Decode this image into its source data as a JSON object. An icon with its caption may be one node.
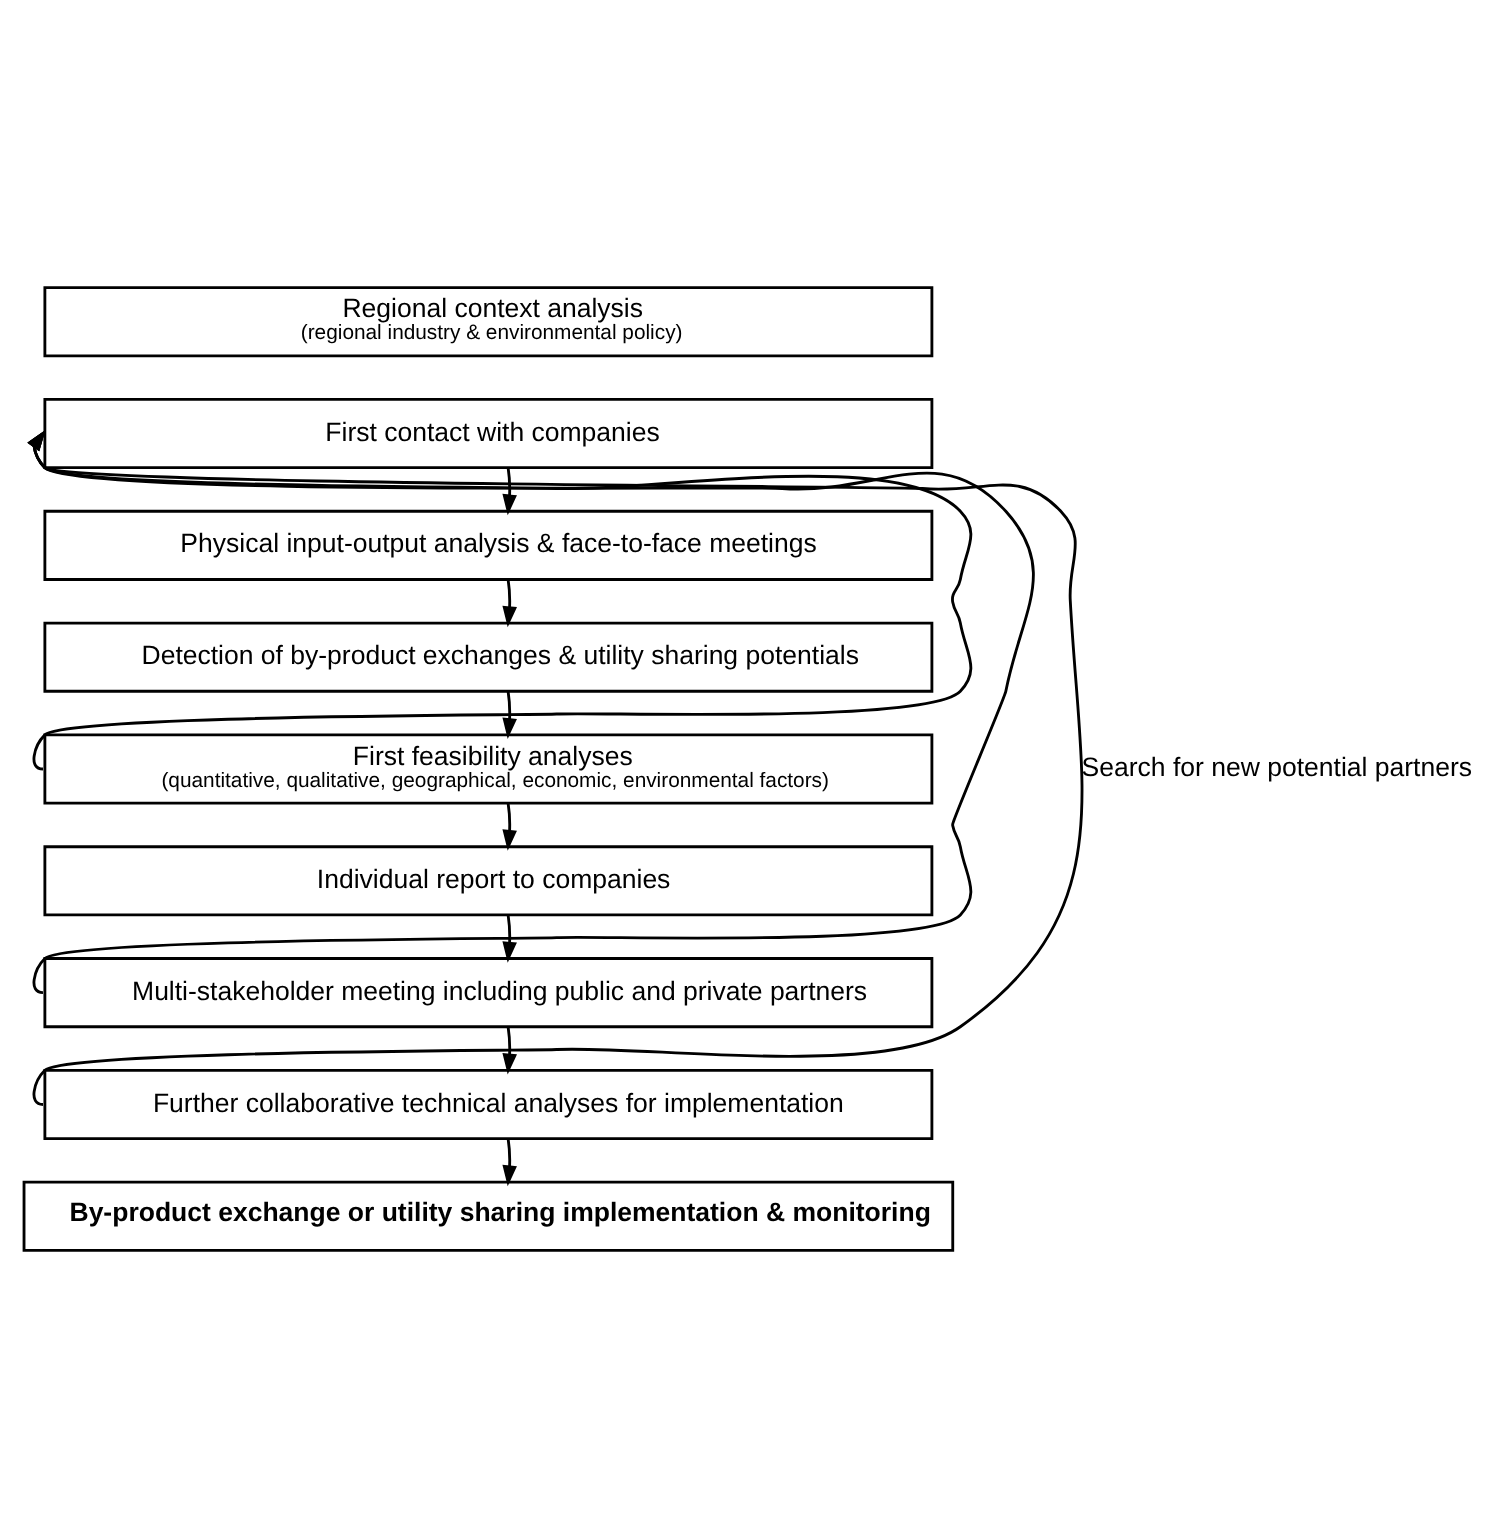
{
  "diagram": {
    "nodes": [
      {
        "text": [
          "Regional context analysis",
          "(regional industry & environmental policy)"
        ]
      },
      {
        "text": [
          "First contact with companies"
        ]
      },
      {
        "text": [
          "Physical input-output analysis & face-to-face meetings"
        ]
      },
      {
        "text": [
          "Detection of by-product exchanges & utility sharing potentials"
        ]
      },
      {
        "text": [
          "First feasibility analyses",
          "(quantitative, qualitative, geographical, economic, environmental factors)"
        ]
      },
      {
        "text": [
          "Individual report to companies"
        ]
      },
      {
        "text": [
          "Multi-stakeholder meeting including public and private partners"
        ]
      },
      {
        "text": [
          "Further collaborative technical analyses for implementation"
        ]
      },
      {
        "text": [
          "By-product exchange or utility sharing implementation & monitoring"
        ]
      }
    ],
    "edges": [
      {
        "from": 1,
        "to": 2,
        "arrow": "to"
      },
      {
        "from": 2,
        "to": 3,
        "arrow": "to"
      },
      {
        "from": 3,
        "to": 4,
        "arrow": "to"
      },
      {
        "from": 4,
        "to": 5,
        "arrow": "to"
      },
      {
        "from": 5,
        "to": 6,
        "arrow": "to"
      },
      {
        "from": 6,
        "to": 7,
        "arrow": "to"
      },
      {
        "from": 7,
        "to": 8,
        "arrow": "to"
      },
      {
        "from": 4,
        "to": 1,
        "arrow": "to"
      },
      {
        "from": 6,
        "to": 1,
        "arrow": "to"
      },
      {
        "from": 7,
        "to": 1,
        "arrow": "to",
        "label": "Search for new potential partners"
      }
    ]
  }
}
